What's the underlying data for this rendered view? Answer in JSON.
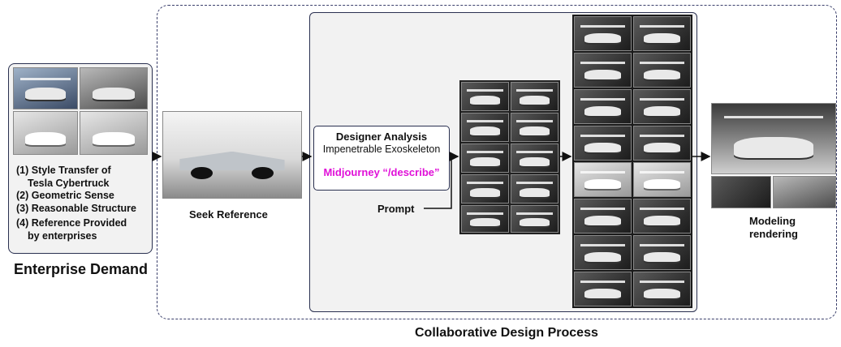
{
  "enterprise": {
    "items": [
      "(1) Style Transfer of",
      "Tesla Cybertruck",
      "(2) Geometric Sense",
      "(3) Reasonable Structure",
      "(4) Reference Provided",
      "by enterprises"
    ],
    "title": "Enterprise Demand"
  },
  "seek_reference": {
    "label": "Seek Reference"
  },
  "analysis": {
    "title": "Designer Analysis",
    "subtitle": "Impenetrable Exoskeleton",
    "tool": "Midjourney “/describe”",
    "tool_color": "#e010d8"
  },
  "prompt": {
    "label": "Prompt"
  },
  "modeling": {
    "line1": "Modeling",
    "line2": "rendering"
  },
  "process": {
    "title": "Collaborative Design Process"
  },
  "colors": {
    "frame": "#3a3f6b",
    "panel": "#f2f2f2",
    "border": "#2a3050"
  }
}
